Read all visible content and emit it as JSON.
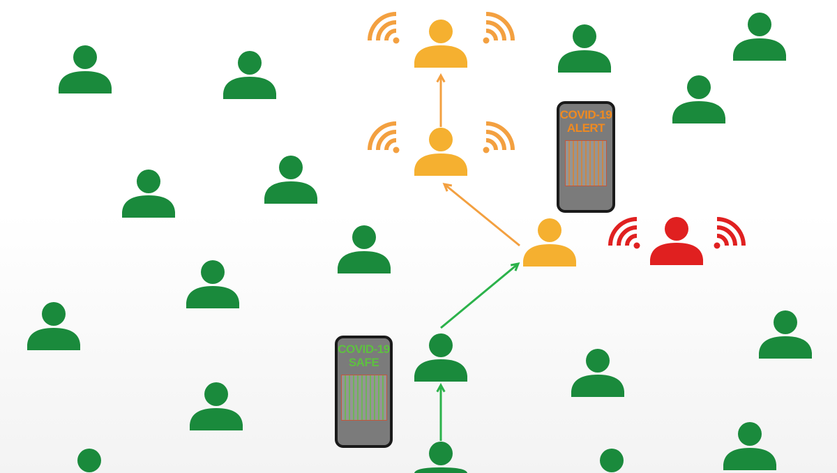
{
  "colors": {
    "safe": "#1a8a3c",
    "exposed": "#f5b030",
    "infected": "#e02020",
    "exposed_line": "#f3a040",
    "safe_line": "#2bb24a",
    "alert_text": "#f08a20",
    "safe_text": "#5ec040"
  },
  "phones": {
    "alert": {
      "line1": "COVID-19",
      "line2": "ALERT"
    },
    "safe": {
      "line1": "COVID-19",
      "line2": "SAFE"
    }
  }
}
